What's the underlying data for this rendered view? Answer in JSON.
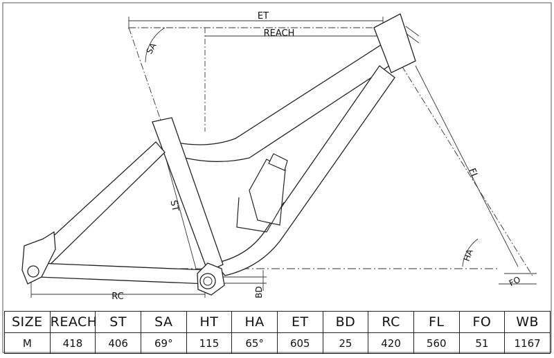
{
  "dimension_labels": {
    "et": "ET",
    "reach": "REACH",
    "sa": "SA",
    "st": "ST",
    "fl": "FL",
    "ha": "HA",
    "fo": "FO",
    "rc": "RC",
    "bd": "BD"
  },
  "table": {
    "headers": [
      "SIZE",
      "REACH",
      "ST",
      "SA",
      "HT",
      "HA",
      "ET",
      "BD",
      "RC",
      "FL",
      "FO",
      "WB"
    ],
    "rows": [
      [
        "M",
        "418",
        "406",
        "69°",
        "115",
        "65°",
        "605",
        "25",
        "420",
        "560",
        "51",
        "1167"
      ]
    ]
  }
}
